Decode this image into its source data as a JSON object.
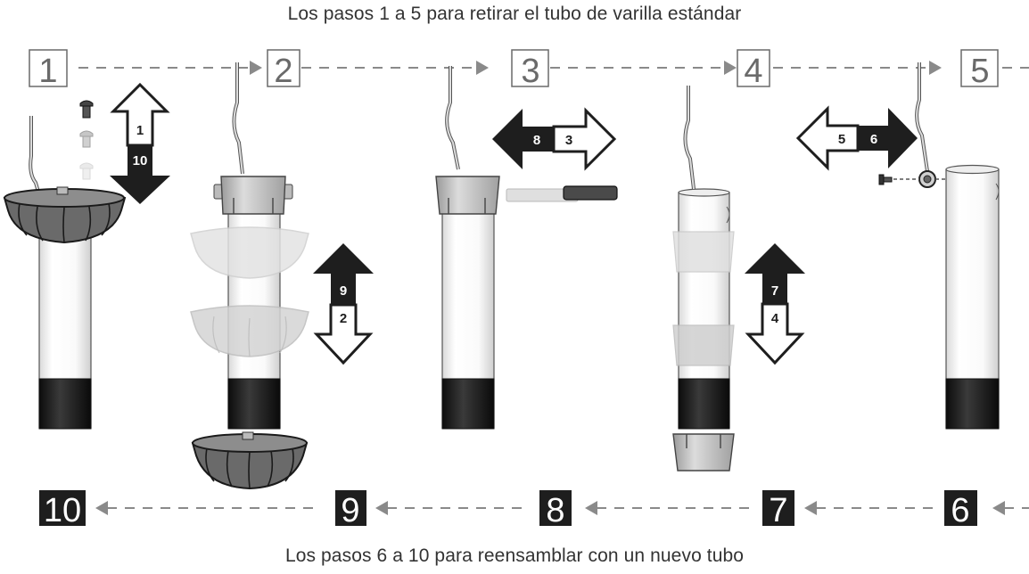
{
  "title_top": "Los pasos 1 a 5 para retirar el tubo de varilla estándar",
  "title_bottom": "Los pasos 6 a 10 para reensamblar con un nuevo tubo",
  "steps_top": [
    "1",
    "2",
    "3",
    "4",
    "5"
  ],
  "steps_bottom": [
    "10",
    "9",
    "8",
    "7",
    "6"
  ],
  "arrow_labels": {
    "a1_top": "1",
    "a1_bottom": "10",
    "a2_top": "9",
    "a2_bottom": "2",
    "a3_left": "8",
    "a3_right": "3",
    "a4_top": "7",
    "a4_bottom": "4",
    "a5_left": "5",
    "a5_right": "6"
  },
  "colors": {
    "dark": "#1e1e1e",
    "connector": "#8a8a8a",
    "shade_dark": "#5f5f5f",
    "shade_light": "#c8c8c8"
  }
}
